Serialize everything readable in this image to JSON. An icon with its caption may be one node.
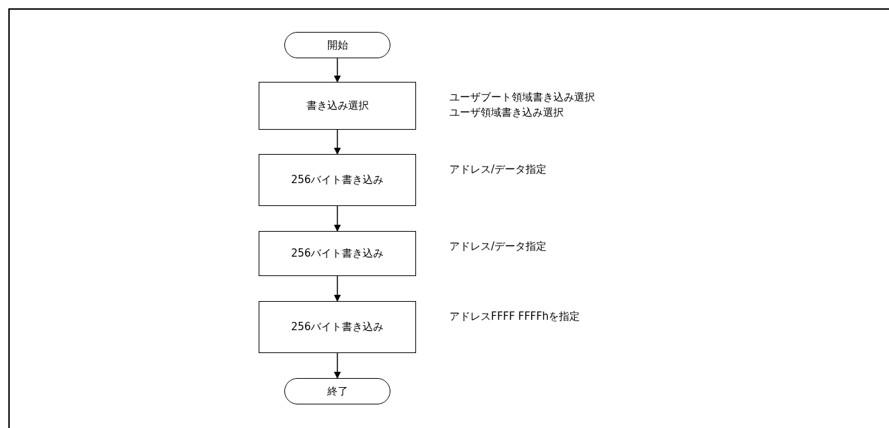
{
  "diagram": {
    "nodes": [
      {
        "text": [
          "開始"
        ]
      },
      {
        "text": [
          "書き込み選択"
        ],
        "beside": [
          "ユーザブート領域書き込み選択",
          "ユーザ領域書き込み選択"
        ]
      },
      {
        "text": [
          "256バイト書き込み"
        ],
        "beside": [
          "アドレス/データ指定"
        ]
      },
      {
        "text": [
          "256バイト書き込み"
        ],
        "beside": [
          "アドレス/データ指定"
        ]
      },
      {
        "text": [
          "256バイト書き込み"
        ],
        "beside": [
          "アドレスFFFF FFFFhを指定"
        ]
      },
      {
        "text": [
          "終了"
        ]
      }
    ],
    "edges": [
      {
        "from": 0,
        "to": 1,
        "arrow": "to"
      },
      {
        "from": 1,
        "to": 2,
        "arrow": "to"
      },
      {
        "from": 2,
        "to": 3,
        "arrow": "to"
      },
      {
        "from": 3,
        "to": 4,
        "arrow": "to"
      },
      {
        "from": 4,
        "to": 5,
        "arrow": "to"
      }
    ]
  }
}
